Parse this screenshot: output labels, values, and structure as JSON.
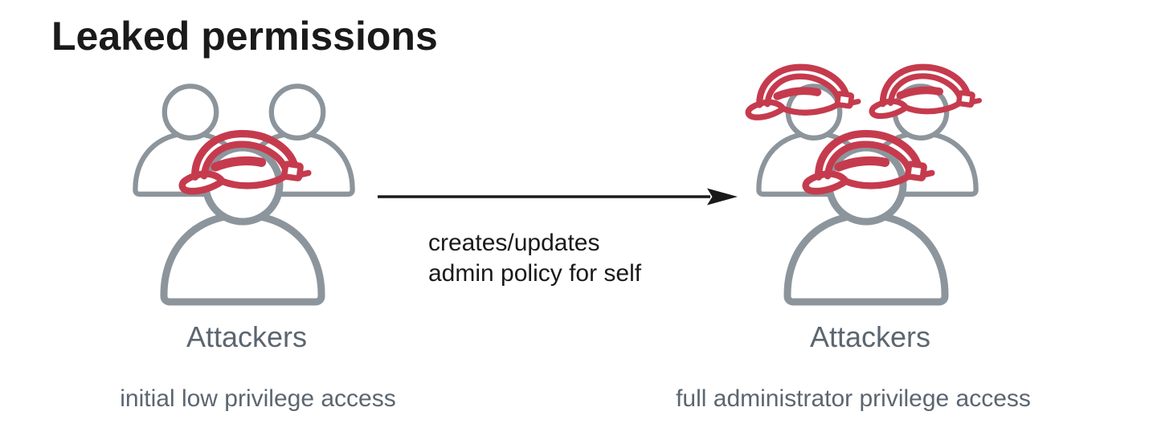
{
  "title": "Leaked permissions",
  "colors": {
    "background": "#ffffff",
    "title_text": "#1a1a1a",
    "person_icon": "#8d959c",
    "cap_accent": "#c53b4d",
    "caption_text": "#5c6670",
    "arrow": "#1a1a1a"
  },
  "diagram": {
    "left_group": {
      "label": "Attackers",
      "caption": "initial low privilege access",
      "figure_count": 3,
      "capped_figure_count": 1
    },
    "transition": {
      "label_line1": "creates/updates",
      "label_line2": "admin policy for self",
      "direction": "left-to-right"
    },
    "right_group": {
      "label": "Attackers",
      "caption": "full administrator privilege access",
      "figure_count": 3,
      "capped_figure_count": 3
    }
  }
}
